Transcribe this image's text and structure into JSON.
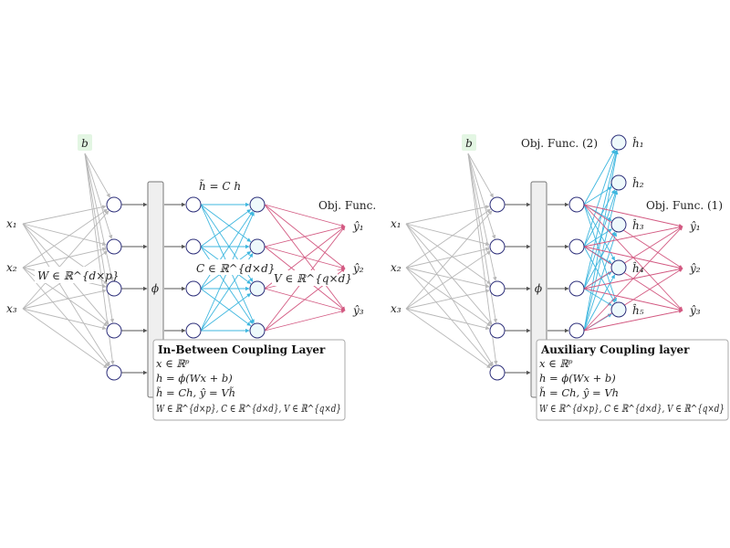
{
  "colors": {
    "gray_edge": "#b8b8b8",
    "dark_edge": "#555555",
    "cyan_edge": "#3fb7df",
    "pink_edge": "#d35a82",
    "node_stroke": "#2d2f7a",
    "bias_bg": "#e3f6e3"
  },
  "left": {
    "bias": "b",
    "inputs": [
      "x₁",
      "x₂",
      "x₃"
    ],
    "w_label": "W ∈ ℝ^{d×p}",
    "phi": "ϕ",
    "h_tilde_label": "h̃ = C h",
    "c_label": "C ∈ ℝ^{d×d}",
    "v_label": "V ∈ ℝ^{q×d}",
    "obj_label": "Obj. Func.",
    "outputs": [
      "ŷ₁",
      "ŷ₂",
      "ŷ₃"
    ],
    "box": {
      "title": "In-Between Coupling Layer",
      "lines": [
        "x ∈ ℝᵖ",
        "h = ϕ(Wx + b)",
        "h̃ = Ch,   ŷ = Vh̃",
        "W ∈ ℝ^{d×p}, C ∈ ℝ^{d×d}, V ∈ ℝ^{q×d}"
      ]
    }
  },
  "right": {
    "bias": "b",
    "inputs": [
      "x₁",
      "x₂",
      "x₃"
    ],
    "phi": "ϕ",
    "obj2_label": "Obj. Func. (2)",
    "obj1_label": "Obj. Func. (1)",
    "h_hat_labels": [
      "ĥ₁",
      "ĥ₂",
      "ĥ₃",
      "ĥ₄",
      "ĥ₅"
    ],
    "outputs": [
      "ŷ₁",
      "ŷ₂",
      "ŷ₃"
    ],
    "box": {
      "title": "Auxiliary Coupling layer",
      "lines": [
        "x ∈ ℝᵖ",
        "h = ϕ(Wx + b)",
        "h̃ = Ch,   ŷ = Vh",
        "W ∈ ℝ^{d×p}, C ∈ ℝ^{d×d}, V ∈ ℝ^{q×d}"
      ]
    }
  }
}
